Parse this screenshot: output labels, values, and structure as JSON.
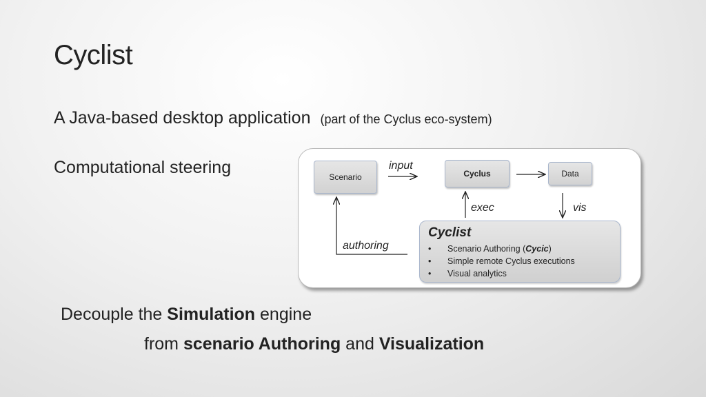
{
  "slide": {
    "title": "Cyclist",
    "line1_main": "A Java-based desktop application",
    "line1_small": "(part of the Cyclus eco-system)",
    "line2": "Computational steering",
    "decouple": {
      "a1": "Decouple the ",
      "a2": "Simulation",
      "a3": " engine",
      "b1": "from ",
      "b2": "scenario Authoring",
      "b3": " and ",
      "b4": "Visualization"
    }
  },
  "diagram": {
    "scenario": "Scenario",
    "cyclus": "Cyclus",
    "data": "Data",
    "input_label": "input",
    "exec_label": "exec",
    "vis_label": "vis",
    "authoring_label": "authoring",
    "cyclist_title": "Cyclist",
    "bullet_mark": "•",
    "b1_pre": "Scenario Authoring (",
    "b1_em": "Cycic",
    "b1_post": ")",
    "b2": "Simple remote Cyclus executions",
    "b3": "Visual analytics"
  }
}
